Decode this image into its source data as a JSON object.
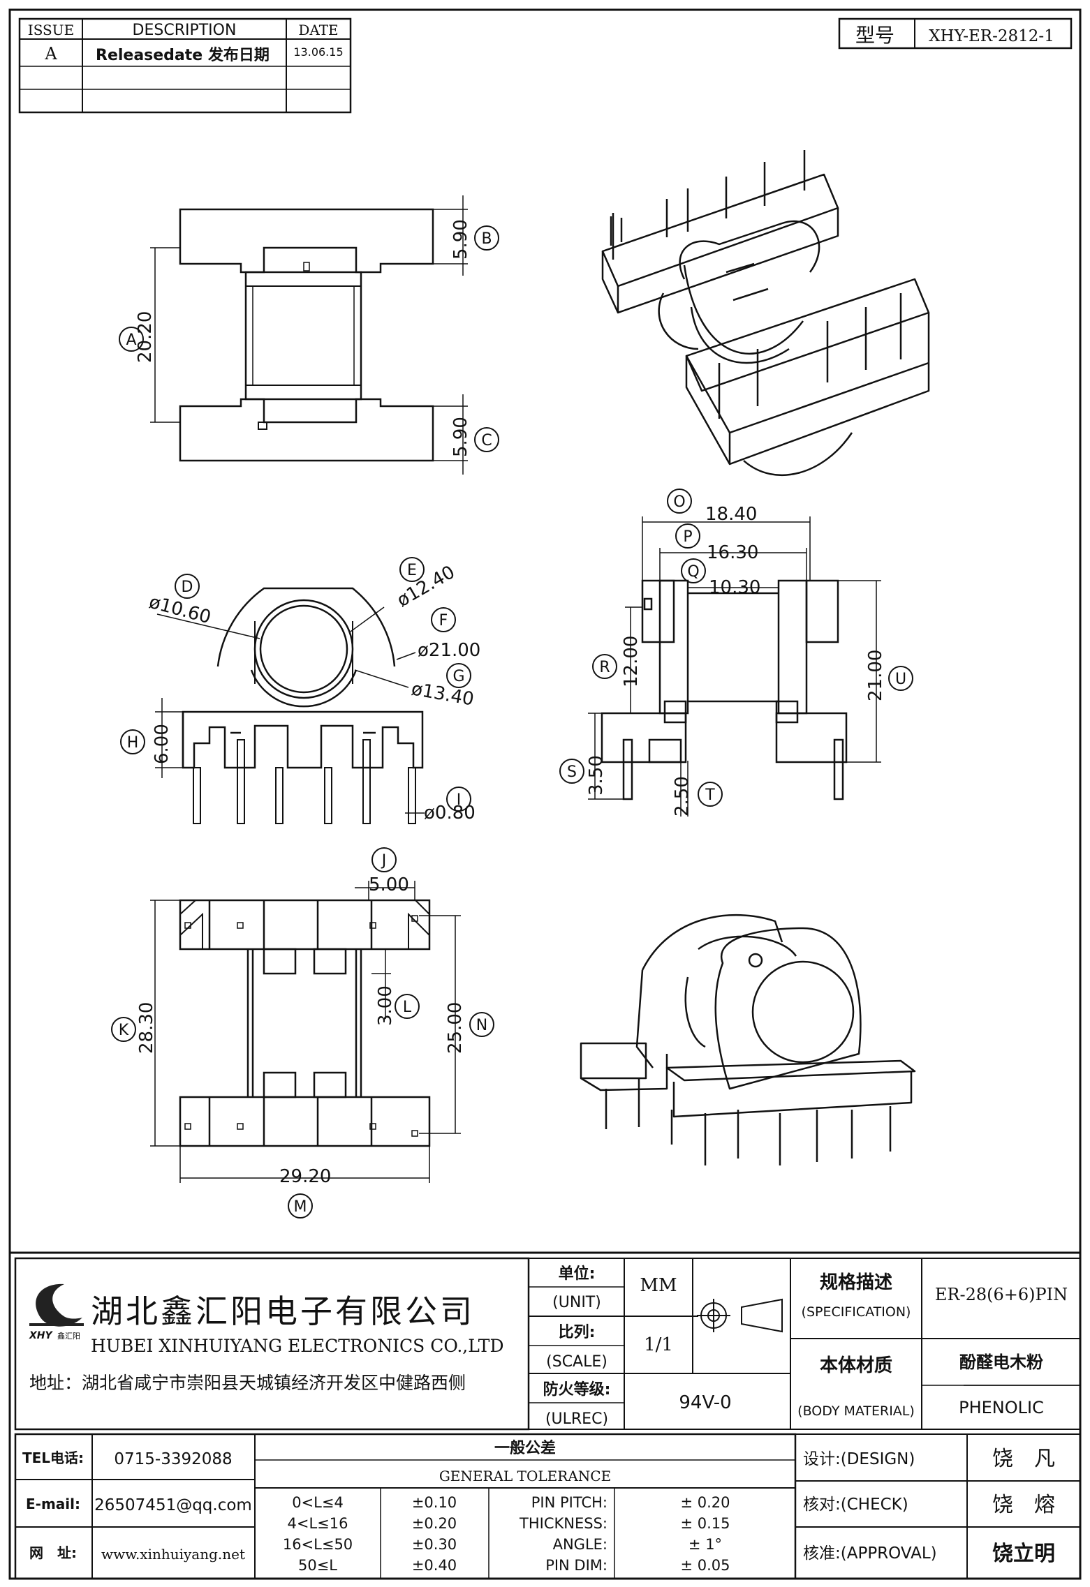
{
  "revision_table": {
    "headers": {
      "issue": "ISSUE",
      "description": "DESCRIPTION",
      "date": "DATE"
    },
    "rows": [
      {
        "issue": "A",
        "description": "Releasedate 发布日期",
        "date": "13.06.15"
      }
    ]
  },
  "model": {
    "label": "型号",
    "value": "XHY-ER-2812-1"
  },
  "dimensions": {
    "side_view": {
      "A": "20.20",
      "B": "5.90",
      "C": "5.90"
    },
    "end_view": {
      "D": "ø10.60",
      "E": "ø12.40",
      "F": "ø21.00",
      "G": "ø13.40",
      "H": "6.00",
      "I": "ø0.80"
    },
    "front_view": {
      "O": "18.40",
      "P": "16.30",
      "Q": "10.30",
      "R": "12.00",
      "S": "3.50",
      "T": "2.50",
      "U": "21.00"
    },
    "top_view": {
      "J": "5.00",
      "L": "3.00",
      "K": "28.30",
      "N": "25.00",
      "M": "29.20"
    }
  },
  "markers": [
    "A",
    "B",
    "C",
    "D",
    "E",
    "F",
    "G",
    "H",
    "I",
    "J",
    "K",
    "L",
    "M",
    "N",
    "O",
    "P",
    "Q",
    "R",
    "S",
    "T",
    "U"
  ],
  "company": {
    "name_cn": "湖北鑫汇阳电子有限公司",
    "name_en": "HUBEI XINHUIYANG ELECTRONICS CO.,LTD",
    "address": "地址：湖北省咸宁市崇阳县天城镇经济开发区中健路西侧",
    "logo_text": "XHY",
    "logo_sub": "鑫汇阳"
  },
  "title_block": {
    "unit": {
      "label_cn": "单位:",
      "label_en": "(UNIT)",
      "value": "MM"
    },
    "scale": {
      "label_cn": "比列:",
      "label_en": "(SCALE)",
      "value": "1/1"
    },
    "ulrec": {
      "label_cn": "防火等级:",
      "label_en": "(ULREC)",
      "value": "94V-0"
    },
    "specification": {
      "label_cn": "规格描述",
      "label_en": "(SPECIFICATION)",
      "value": "ER-28(6+6)PIN"
    },
    "body_material": {
      "label_cn": "本体材质",
      "label_en": "(BODY MATERIAL)",
      "value_cn": "酚醛电木粉",
      "value_en": "PHENOLIC"
    }
  },
  "contact": {
    "tel": {
      "label": "TEL电话:",
      "value": "0715-3392088"
    },
    "email": {
      "label": "E-mail:",
      "value": "26507451@qq.com"
    },
    "web": {
      "label": "网　址:",
      "value": "www.xinhuiyang.net"
    }
  },
  "tolerance": {
    "title_cn": "一般公差",
    "title_en": "GENERAL TOLERANCE",
    "ranges": [
      {
        "range": "0<L≤4",
        "tol": "±0.10"
      },
      {
        "range": "4<L≤16",
        "tol": "±0.20"
      },
      {
        "range": "16<L≤50",
        "tol": "±0.30"
      },
      {
        "range": "50≤L",
        "tol": "±0.40"
      }
    ],
    "specials": [
      {
        "label": "PIN PITCH:",
        "tol": "± 0.20"
      },
      {
        "label": "THICKNESS:",
        "tol": "± 0.15"
      },
      {
        "label": "ANGLE:",
        "tol": "± 1°"
      },
      {
        "label": "PIN DIM:",
        "tol": "± 0.05"
      }
    ]
  },
  "signoff": {
    "design": {
      "label": "设计:(DESIGN)",
      "name": "饶　凡"
    },
    "check": {
      "label": "核对:(CHECK)",
      "name": "饶　熔"
    },
    "approval": {
      "label": "核准:(APPROVAL)",
      "name": "饶立明"
    }
  }
}
